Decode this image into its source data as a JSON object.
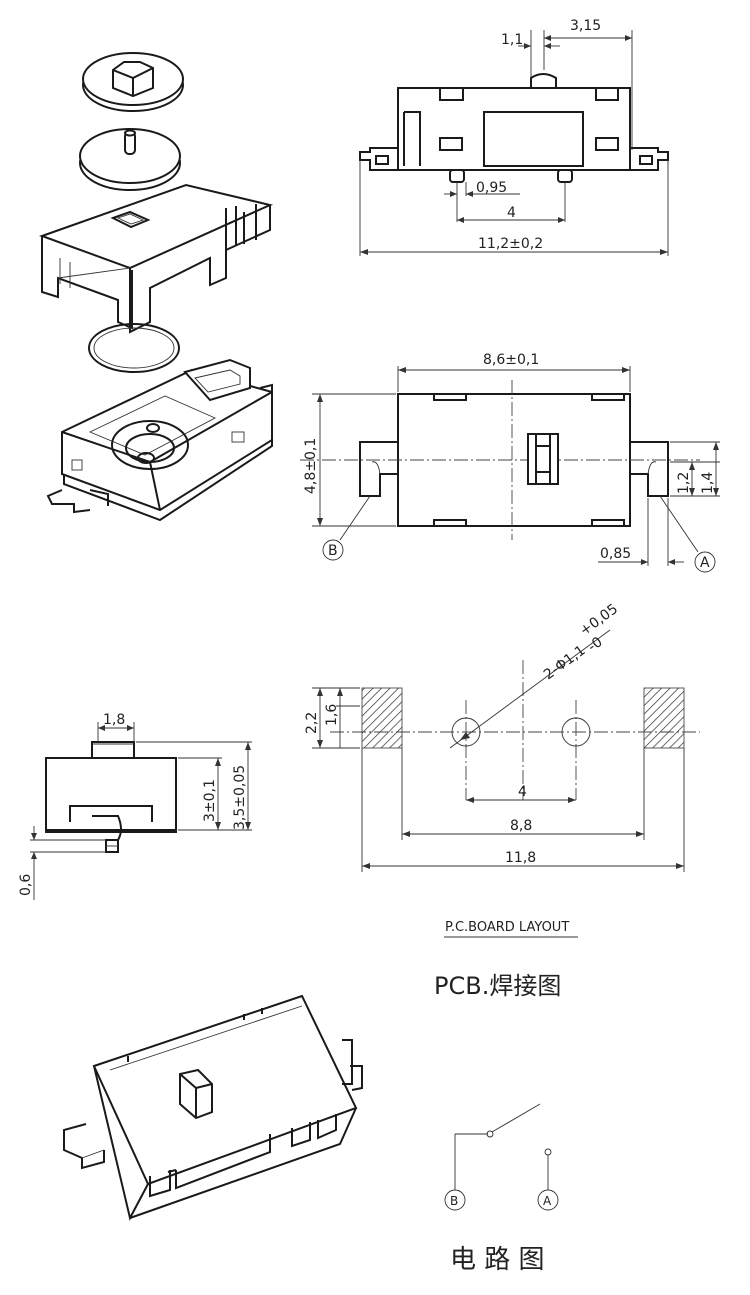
{
  "dimensions": {
    "top_view": {
      "d1_1": "1,1",
      "d3_15": "3,15",
      "d0_95": "0,95",
      "d4": "4",
      "d11_2": "11,2±0,2"
    },
    "plan_view": {
      "d8_6": "8,6±0,1",
      "d4_8": "4,8±0,1",
      "d1_2": "1,2",
      "d1_4": "1,4",
      "d0_85": "0,85",
      "terminal_a": "A",
      "terminal_b": "B"
    },
    "side_view": {
      "d1_8": "1,8",
      "d3": "3±0,1",
      "d3_5": "3,5±0,05",
      "d0_6": "0,6"
    },
    "pcb_layout": {
      "hole_spec": "2-Φ1,1",
      "tol_plus": "+0,05",
      "tol_minus": "-0",
      "d2_2": "2,2",
      "d1_6": "1,6",
      "d4": "4",
      "d8_8": "8,8",
      "d11_8": "11,8"
    }
  },
  "captions": {
    "pcb_layout_en": "P.C.BOARD LAYOUT",
    "pcb_layout_cn": "PCB.焊接图",
    "circuit_cn": "电 路 图"
  },
  "schematic": {
    "terminal_b": "B",
    "terminal_a": "A"
  }
}
